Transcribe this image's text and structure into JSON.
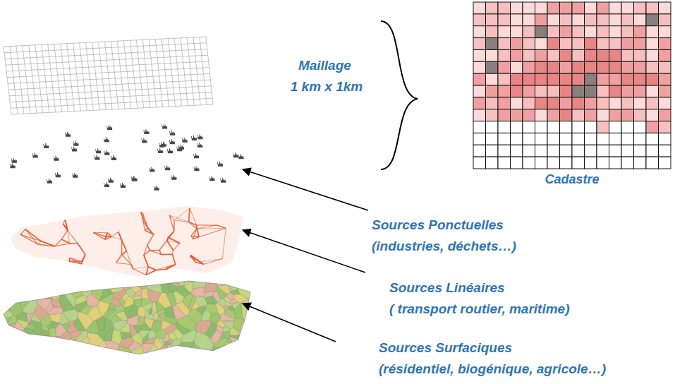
{
  "diagram": {
    "nodes": [
      {
        "text": [
          "Cadastre"
        ]
      }
    ],
    "labels": [
      "Maillage 1 km x 1km",
      "Sources Ponctuelles (industries, déchets…)",
      "Sources Linéaires ( transport routier, maritime)",
      "Sources Surfaciques (résidentiel, biogénique, agricole…)"
    ]
  }
}
